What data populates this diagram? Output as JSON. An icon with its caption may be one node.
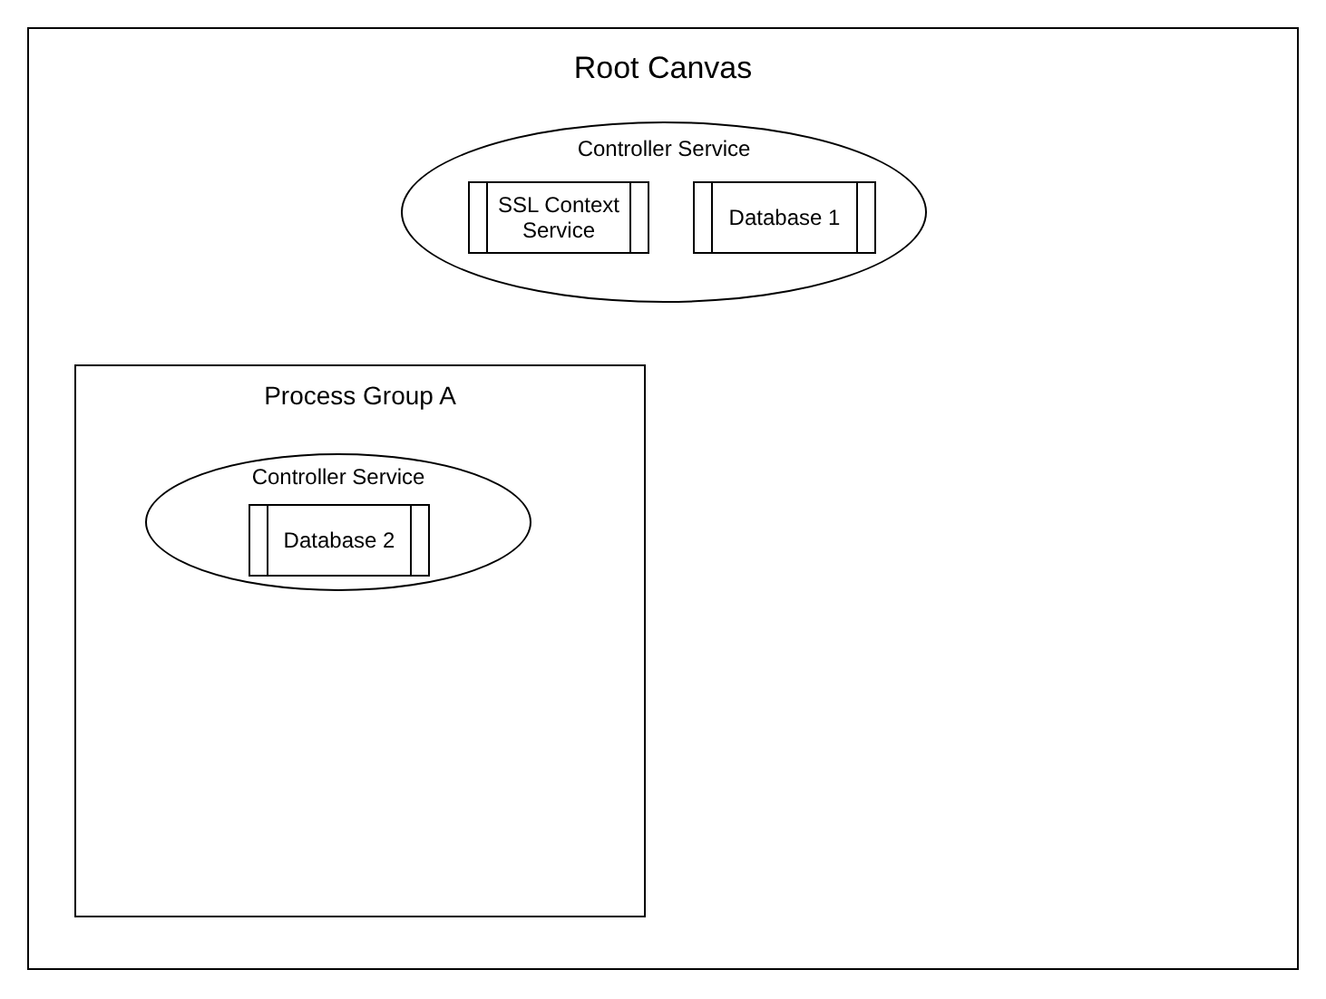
{
  "diagram": {
    "nodes": [
      {
        "text": [
          "Root Canvas"
        ]
      },
      {
        "text": [
          "Controller Service"
        ],
        "in": 0
      },
      {
        "text": [
          "SSL Context Service"
        ],
        "in": 1
      },
      {
        "text": [
          "Database 1"
        ],
        "in": 1
      },
      {
        "text": [
          "Process Group A"
        ],
        "in": 0
      },
      {
        "text": [
          "Controller Service"
        ],
        "in": 4
      },
      {
        "text": [
          "Database 2"
        ],
        "in": 5
      }
    ]
  }
}
